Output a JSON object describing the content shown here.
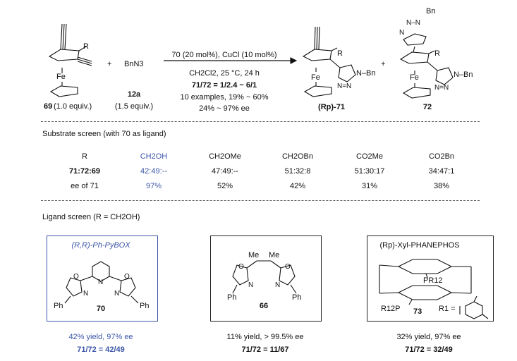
{
  "reaction": {
    "reagent_top": "70 (20 mol%), CuCl (10 mol%)",
    "cond1": "CH2Cl2, 25 °C, 24 h",
    "cond2": "71/72 = 1/2.4 ~ 6/1",
    "cond3": "10 examples, 19% ~ 60%",
    "cond4": "24% ~ 97% ee",
    "plus1": "+",
    "plus2": "+",
    "reactant1": {
      "label": "69",
      "equiv": "(1.0 equiv.)",
      "R": "R",
      "Fe": "Fe"
    },
    "reactant2": {
      "formula": "BnN3",
      "label": "12a",
      "equiv": "(1.5 equiv.)"
    },
    "product1": {
      "label": "(Rp)-71",
      "R": "R",
      "Fe": "Fe",
      "N_Bn": "N–Bn",
      "NN": "N=N"
    },
    "product2": {
      "label": "72",
      "R": "R",
      "Fe": "Fe",
      "N_Bn": "N–Bn",
      "NN": "N=N",
      "top_Bn": "Bn",
      "top_NN": "N–N",
      "top_N": "N"
    }
  },
  "substrate_screen": {
    "title": "Substrate screen (with 70 as ligand)",
    "row_labels": [
      "R",
      "71:72:69",
      "ee of 71"
    ],
    "columns": [
      {
        "R": "CH2OH",
        "ratio": "42:49:--",
        "ee": "97%",
        "highlight": true
      },
      {
        "R": "CH2OMe",
        "ratio": "47:49:--",
        "ee": "52%",
        "highlight": false
      },
      {
        "R": "CH2OBn",
        "ratio": "51:32:8",
        "ee": "42%",
        "highlight": false
      },
      {
        "R": "CO2Me",
        "ratio": "51:30:17",
        "ee": "31%",
        "highlight": false
      },
      {
        "R": "CO2Bn",
        "ratio": "34:47:1",
        "ee": "38%",
        "highlight": false
      }
    ]
  },
  "ligand_screen": {
    "title": "Ligand screen (R = CH2OH)",
    "ligands": [
      {
        "name": "(R,R)-Ph-PyBOX",
        "label": "70",
        "yield": "42% yield, 97% ee",
        "ratio": "71/72 = 42/49",
        "atoms": {
          "O1": "O",
          "O2": "O",
          "N1": "N",
          "N2": "N",
          "Npy": "N",
          "Ph1": "Ph",
          "Ph2": "Ph"
        }
      },
      {
        "name": "",
        "label": "66",
        "yield": "11% yield, > 99.5% ee",
        "ratio": "71/72 = 11/67",
        "atoms": {
          "Me1": "Me",
          "Me2": "Me",
          "O1": "O",
          "O2": "O",
          "N1": "N",
          "N2": "N",
          "Ph1": "Ph",
          "Ph2": "Ph"
        }
      },
      {
        "name": "(Rp)-Xyl-PHANEPHOS",
        "label": "73",
        "yield": "32% yield, 97% ee",
        "ratio": "71/72 = 32/49",
        "atoms": {
          "PR_top": "PR12",
          "PR_bot": "R12P",
          "R1_def": "R1 ="
        }
      }
    ]
  },
  "colors": {
    "highlight": "#3b55a6",
    "text": "#111111"
  }
}
